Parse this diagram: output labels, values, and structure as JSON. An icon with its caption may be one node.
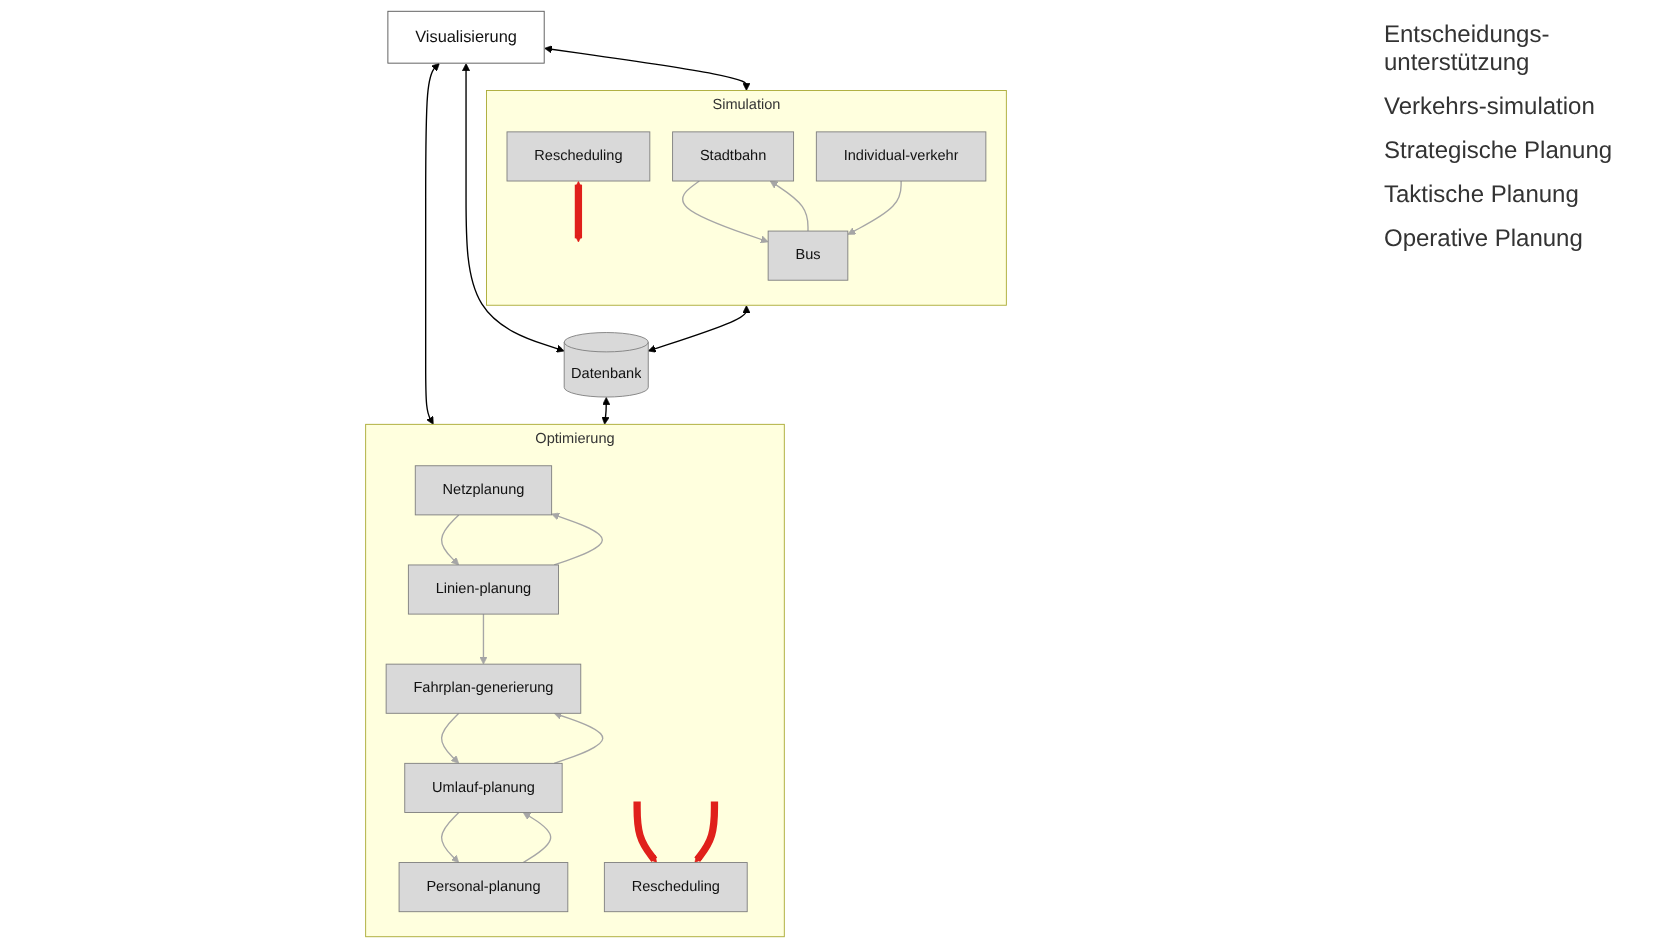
{
  "diagram": {
    "nodes": [
      {
        "text": [
          "Visualisierung"
        ]
      },
      {
        "text": [
          "Simulation"
        ]
      },
      {
        "text": [
          "Rescheduling"
        ],
        "in": 1
      },
      {
        "text": [
          "Stadtbahn"
        ],
        "in": 1
      },
      {
        "text": [
          "Bus"
        ],
        "in": 1
      },
      {
        "text": [
          "Individual-verkehr"
        ],
        "in": 1
      },
      {
        "text": [
          "Datenbank"
        ]
      },
      {
        "text": [
          "Optimierung"
        ]
      },
      {
        "text": [
          "Netzplanung"
        ],
        "in": 7
      },
      {
        "text": [
          "Linien-planung"
        ],
        "in": 7
      },
      {
        "text": [
          "Fahrplan-generierung"
        ],
        "in": 7
      },
      {
        "text": [
          "Umlauf-planung"
        ],
        "in": 7
      },
      {
        "text": [
          "Personal-planung"
        ],
        "in": 7
      },
      {
        "text": [
          "Rescheduling"
        ],
        "in": 7
      }
    ],
    "edges": [
      {
        "from": 0,
        "to": 1,
        "arrow": "both",
        "color": "#000000"
      },
      {
        "from": 0,
        "to": 6,
        "arrow": "both",
        "color": "#000000"
      },
      {
        "from": 0,
        "to": 7,
        "arrow": "both",
        "color": "#000000"
      },
      {
        "from": 1,
        "to": 6,
        "arrow": "both",
        "color": "#000000"
      },
      {
        "from": 6,
        "to": 7,
        "arrow": "both",
        "color": "#000000"
      },
      {
        "from": 2,
        "to": null,
        "arrow": "both",
        "style": "thick",
        "color": "#e0201b"
      },
      {
        "from": 3,
        "to": 4,
        "arrow": "to"
      },
      {
        "from": 4,
        "to": 3,
        "arrow": "to"
      },
      {
        "from": 5,
        "to": 4,
        "arrow": "to"
      },
      {
        "from": 8,
        "to": 9,
        "arrow": "to"
      },
      {
        "from": 9,
        "to": 8,
        "arrow": "to"
      },
      {
        "from": 9,
        "to": 10,
        "arrow": "to"
      },
      {
        "from": 10,
        "to": 11,
        "arrow": "to"
      },
      {
        "from": 11,
        "to": 10,
        "arrow": "to"
      },
      {
        "from": 11,
        "to": 12,
        "arrow": "to"
      },
      {
        "from": 12,
        "to": 11,
        "arrow": "to"
      },
      {
        "from": null,
        "to": 13,
        "arrow": "to",
        "style": "thick",
        "color": "#e0201b"
      },
      {
        "from": null,
        "to": 13,
        "arrow": "to",
        "style": "thick",
        "color": "#e0201b"
      }
    ],
    "labels": [
      "Entscheidungs-unterstützung",
      "Verkehrs-simulation",
      "Strategische Planung",
      "Taktische Planung",
      "Operative Planung"
    ]
  }
}
